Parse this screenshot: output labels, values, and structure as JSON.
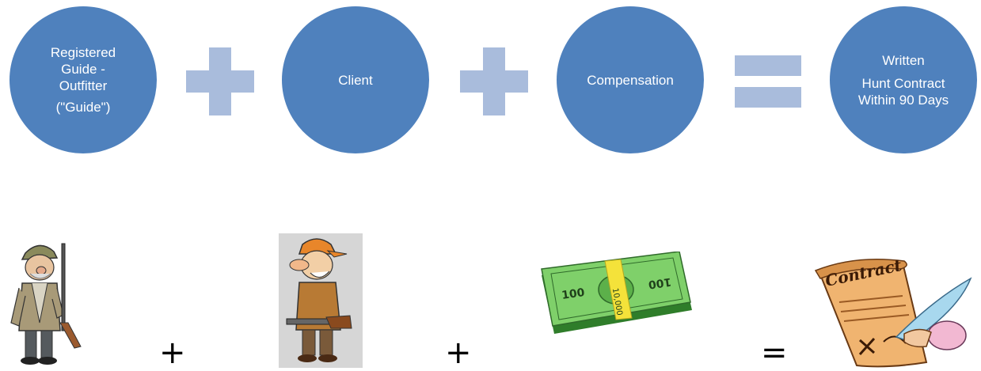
{
  "colors": {
    "circle": "#4f81bd",
    "operator": "#a9bcdc"
  },
  "circles": [
    {
      "lines": [
        "Registered",
        "Guide -",
        "Outfitter",
        "(\"Guide\")"
      ]
    },
    {
      "lines": [
        "Client"
      ]
    },
    {
      "lines": [
        "Compensation"
      ]
    },
    {
      "lines": [
        "Written",
        "Hunt Contract",
        "Within 90 Days"
      ]
    }
  ],
  "bottom_operators": [
    "+",
    "+",
    "="
  ],
  "images": [
    {
      "icon": "guide-hunter-illustration"
    },
    {
      "icon": "client-hunter-illustration"
    },
    {
      "icon": "money-stack-illustration",
      "text": "100",
      "band_text": "10,000"
    },
    {
      "icon": "contract-scroll-illustration",
      "text": "Contract"
    }
  ]
}
